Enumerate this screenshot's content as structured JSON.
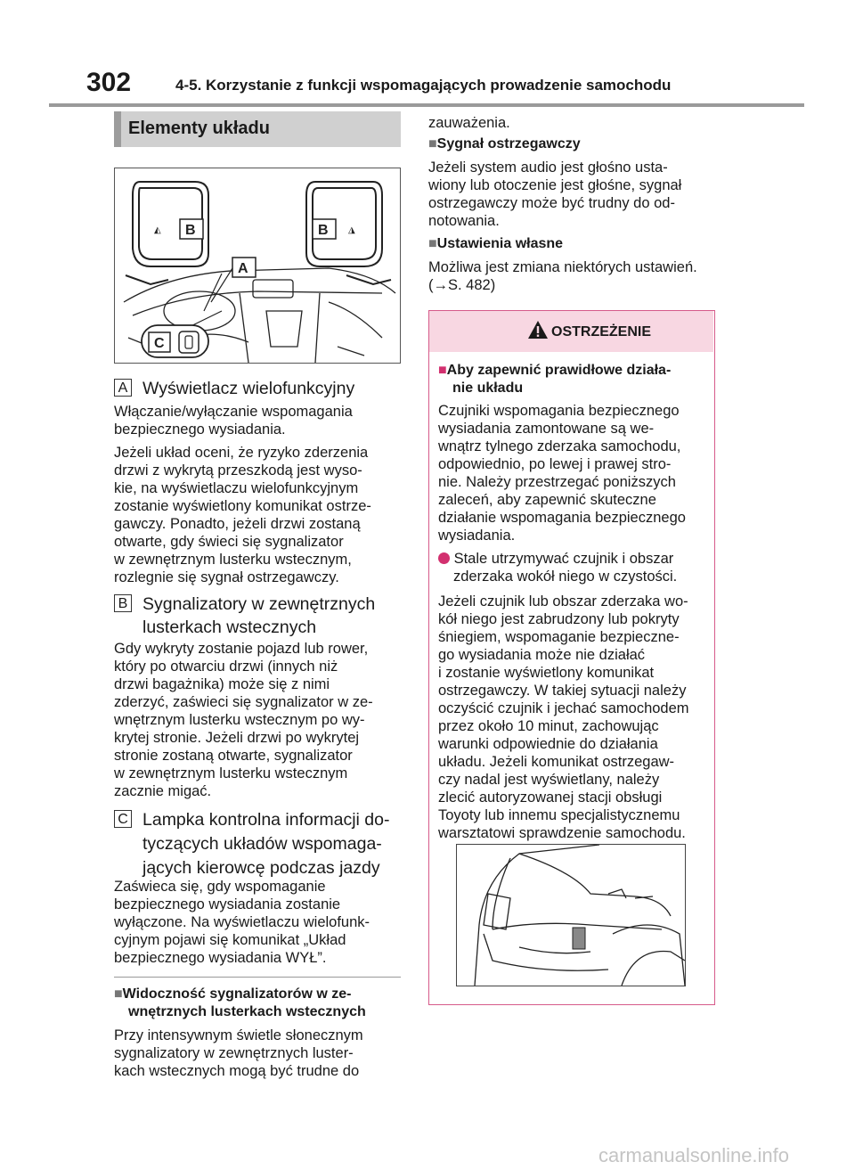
{
  "header": {
    "page_number": "302",
    "chapter": "4-5. Korzystanie z funkcji wspomagających prowadzenie samochodu"
  },
  "section": {
    "title": "Elementy układu"
  },
  "figure_labels": {
    "a": "A",
    "b": "B",
    "c": "C"
  },
  "items": [
    {
      "label": "A",
      "title_lines": [
        "Wyświetlacz wielofunkcyjny"
      ],
      "paragraphs": [
        [
          "Włączanie/wyłączanie wspomagania",
          "bezpiecznego wysiadania."
        ],
        [
          "Jeżeli układ oceni, że ryzyko zderzenia",
          "drzwi z wykrytą przeszkodą jest wyso-",
          "kie, na wyświetlaczu wielofunkcyjnym",
          "zostanie wyświetlony komunikat ostrze-",
          "gawczy. Ponadto, jeżeli drzwi zostaną",
          "otwarte, gdy świeci się sygnalizator",
          "w zewnętrznym lusterku wstecznym,",
          "rozlegnie się sygnał ostrzegawczy."
        ]
      ]
    },
    {
      "label": "B",
      "title_lines": [
        "Sygnalizatory w zewnętrznych",
        "lusterkach wstecznych"
      ],
      "paragraphs": [
        [
          "Gdy wykryty zostanie pojazd lub rower,",
          "który po otwarciu drzwi (innych niż",
          "drzwi bagażnika) może się z nimi",
          "zderzyć, zaświeci się sygnalizator w ze-",
          "wnętrznym lusterku wstecznym po wy-",
          "krytej stronie. Jeżeli drzwi po wykrytej",
          "stronie zostaną otwarte, sygnalizator",
          "w zewnętrznym lusterku wstecznym",
          "zacznie migać."
        ]
      ]
    },
    {
      "label": "C",
      "title_lines": [
        "Lampka kontrolna informacji do-",
        "tyczących układów wspomaga-",
        "jących kierowcę podczas jazdy"
      ],
      "paragraphs": [
        [
          "Zaświeca się, gdy wspomaganie",
          "bezpiecznego wysiadania zostanie",
          "wyłączone. Na wyświetlaczu wielofunk-",
          "cyjnym pojawi się komunikat „Układ",
          "bezpiecznego wysiadania WYŁ”."
        ]
      ]
    }
  ],
  "visibility": {
    "heading_lines": [
      "Widoczność sygnalizatorów w ze-",
      "wnętrznych lusterkach wstecznych"
    ],
    "text_lines": [
      "Przy intensywnym świetle słonecznym",
      "sygnalizatory w zewnętrznych luster-",
      "kach wstecznych mogą być trudne do"
    ]
  },
  "right_col": {
    "continuation": "zauważenia.",
    "signal_heading": "Sygnał ostrzegawczy",
    "signal_text_lines": [
      "Jeżeli system audio jest głośno usta-",
      "wiony lub otoczenie jest głośne, sygnał",
      "ostrzegawczy może być trudny do od-",
      "notowania."
    ],
    "custom_heading": "Ustawienia własne",
    "custom_text_lines": [
      "Możliwa jest zmiana niektórych ustawień.",
      "(→S. 482)"
    ]
  },
  "warning": {
    "title": "OSTRZEŻENIE",
    "heading_lines": [
      "Aby zapewnić prawidłowe działa-",
      "nie układu"
    ],
    "intro_lines": [
      "Czujniki wspomagania bezpiecznego",
      "wysiadania zamontowane są we-",
      "wnątrz tylnego zderzaka samochodu,",
      "odpowiednio, po lewej i prawej stro-",
      "nie. Należy przestrzegać poniższych",
      "zaleceń, aby zapewnić skuteczne",
      "działanie wspomagania bezpiecznego",
      "wysiadania."
    ],
    "bullet_lines": [
      "Stale utrzymywać czujnik i obszar",
      "zderzaka wokół niego w czystości."
    ],
    "detail_lines": [
      "Jeżeli czujnik lub obszar zderzaka wo-",
      "kół niego jest zabrudzony lub pokryty",
      "śniegiem, wspomaganie bezpieczne-",
      "go wysiadania może nie działać",
      "i zostanie wyświetlony komunikat",
      "ostrzegawczy. W takiej sytuacji należy",
      "oczyścić czujnik i jechać samochodem",
      "przez około 10 minut, zachowując",
      "warunki odpowiednie do działania",
      "układu. Jeżeli komunikat ostrzegaw-",
      "czy nadal jest wyświetlany, należy",
      "zlecić autoryzowanej stacji obsługi",
      "Toyoty lub innemu specjalistycznemu",
      "warsztatowi sprawdzenie samochodu."
    ]
  },
  "watermark": "carmanualsonline.info",
  "colors": {
    "accent": "#d2306f",
    "warning_bg": "#f8d7e2",
    "heading_bg": "#d0d0d0"
  }
}
